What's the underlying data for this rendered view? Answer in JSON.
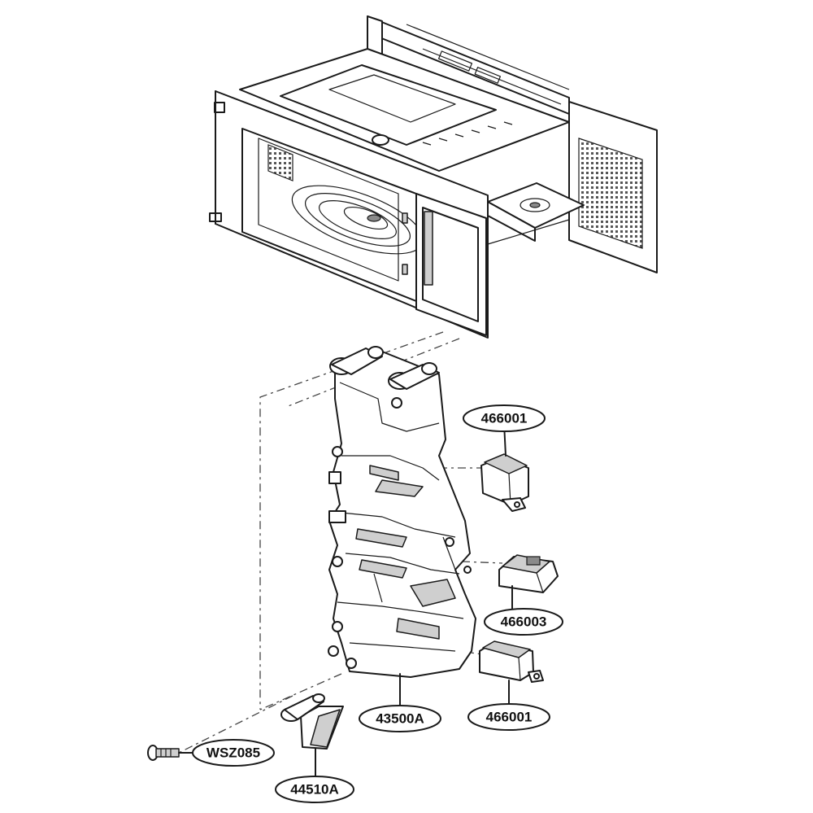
{
  "diagram": {
    "type": "exploded-parts-diagram",
    "part_labels": [
      {
        "id": "466001-top",
        "text": "466001"
      },
      {
        "id": "466003",
        "text": "466003"
      },
      {
        "id": "466001-bottom",
        "text": "466001"
      },
      {
        "id": "43500A",
        "text": "43500A"
      },
      {
        "id": "WSZ085",
        "text": "WSZ085"
      },
      {
        "id": "44510A",
        "text": "44510A"
      }
    ]
  }
}
